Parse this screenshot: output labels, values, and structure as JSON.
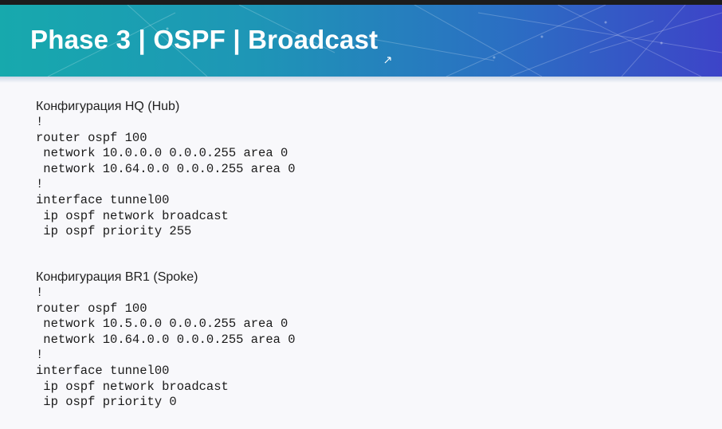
{
  "slide": {
    "title": "Phase 3 | OSPF | Broadcast"
  },
  "sections": [
    {
      "heading": "Конфигурация HQ (Hub)",
      "lines": [
        "!",
        "router ospf 100",
        " network 10.0.0.0 0.0.0.255 area 0",
        " network 10.64.0.0 0.0.0.255 area 0",
        "!",
        "interface tunnel00",
        " ip ospf network broadcast",
        " ip ospf priority 255"
      ]
    },
    {
      "heading": "Конфигурация BR1 (Spoke)",
      "lines": [
        "!",
        "router ospf 100",
        " network 10.5.0.0 0.0.0.255 area 0",
        " network 10.64.0.0 0.0.0.255 area 0",
        "!",
        "interface tunnel00",
        " ip ospf network broadcast",
        " ip ospf priority 0"
      ]
    }
  ],
  "colors": {
    "banner_start": "#17a9ad",
    "banner_end": "#3d44c8",
    "title_text": "#ffffff",
    "body_text": "#1a1a1a"
  },
  "icons": {
    "cursor": "mouse-pointer-icon"
  }
}
